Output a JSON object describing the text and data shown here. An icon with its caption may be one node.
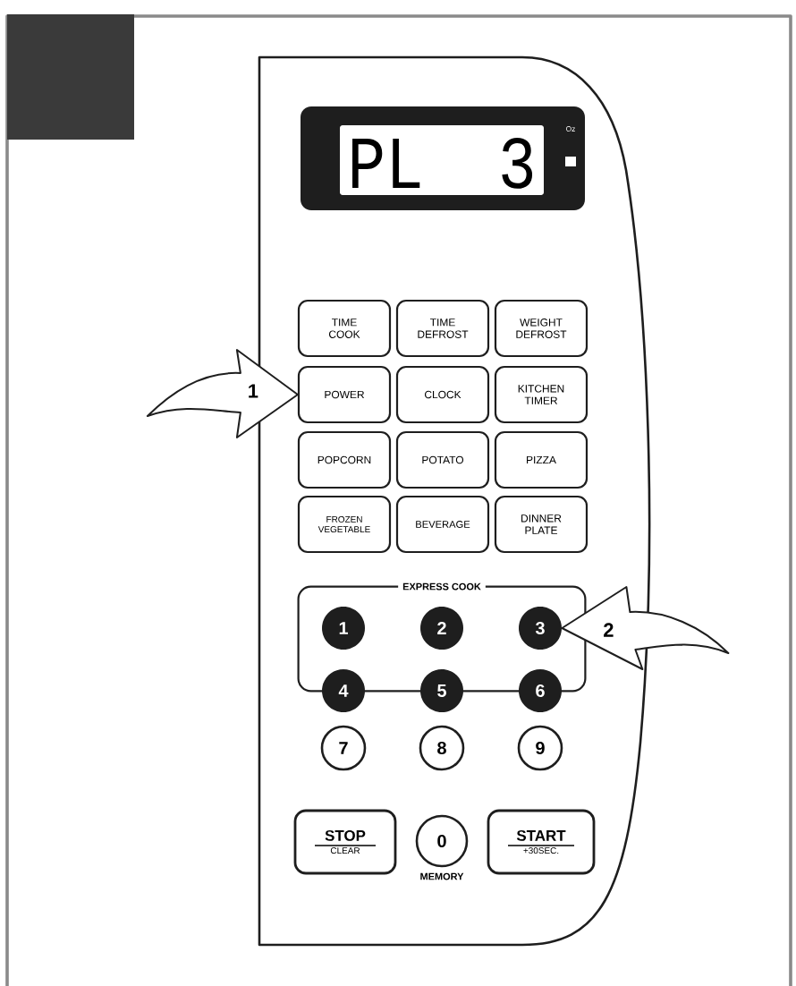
{
  "diagram": {
    "nodes": [
      {
        "text": [],
        "shape": "box"
      },
      {
        "text": [
          "PL",
          "3",
          "Oz"
        ],
        "in": 0
      },
      {
        "text": [
          "TIME COOK"
        ],
        "in": 0
      },
      {
        "text": [
          "TIME DEFROST"
        ],
        "in": 0
      },
      {
        "text": [
          "WEIGHT DEFROST"
        ],
        "in": 0
      },
      {
        "text": [
          "POWER"
        ],
        "in": 0
      },
      {
        "text": [
          "CLOCK"
        ],
        "in": 0
      },
      {
        "text": [
          "KITCHEN TIMER"
        ],
        "in": 0
      },
      {
        "text": [
          "POPCORN"
        ],
        "in": 0
      },
      {
        "text": [
          "POTATO"
        ],
        "in": 0
      },
      {
        "text": [
          "PIZZA"
        ],
        "in": 0
      },
      {
        "text": [
          "FROZEN VEGETABLE"
        ],
        "in": 0
      },
      {
        "text": [
          "BEVERAGE"
        ],
        "in": 0
      },
      {
        "text": [
          "DINNER PLATE"
        ],
        "in": 0
      },
      {
        "text": [
          "EXPRESS COOK"
        ],
        "in": 0
      },
      {
        "text": [
          "1"
        ],
        "in": 14
      },
      {
        "text": [
          "2"
        ],
        "in": 14
      },
      {
        "text": [
          "3"
        ],
        "in": 14
      },
      {
        "text": [
          "4"
        ],
        "in": 0
      },
      {
        "text": [
          "5"
        ],
        "in": 0
      },
      {
        "text": [
          "6"
        ],
        "in": 0
      },
      {
        "text": [
          "7"
        ],
        "in": 0
      },
      {
        "text": [
          "8"
        ],
        "in": 0
      },
      {
        "text": [
          "9"
        ],
        "in": 0
      },
      {
        "text": [
          "STOP",
          "CLEAR"
        ],
        "in": 0
      },
      {
        "text": [
          "0"
        ],
        "beside": [
          "MEMORY"
        ],
        "in": 0
      },
      {
        "text": [
          "START",
          "+30SEC."
        ],
        "in": 0
      }
    ],
    "edges": [
      {
        "from": null,
        "to": 5,
        "arrow": "to",
        "label": "1"
      },
      {
        "from": null,
        "to": 17,
        "arrow": "to",
        "label": "2"
      }
    ]
  }
}
